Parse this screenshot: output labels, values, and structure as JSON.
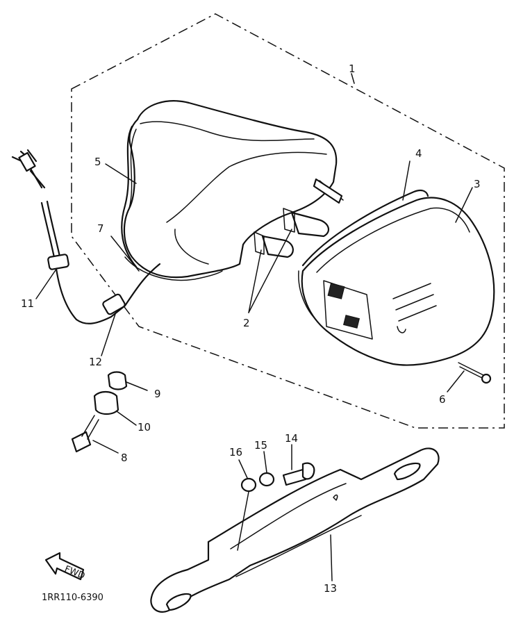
{
  "diagram": {
    "callouts": [
      "1",
      "2",
      "3",
      "4",
      "5",
      "6",
      "7",
      "8",
      "9",
      "10",
      "11",
      "12",
      "13",
      "14",
      "15",
      "16"
    ],
    "fwd_label": "FWD",
    "part_code": "1RR110-6390"
  }
}
